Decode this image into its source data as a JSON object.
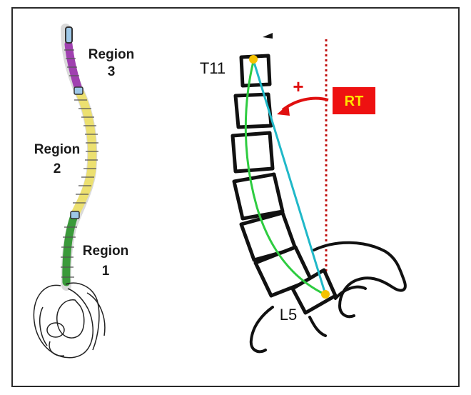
{
  "left_panel": {
    "region3_line1": "Region",
    "region3_line2": "3",
    "region2_line1": "Region",
    "region2_line2": "2",
    "region1_line1": "Region",
    "region1_line2": "1"
  },
  "right_panel": {
    "top_vertebra_label": "T11",
    "bottom_vertebra_label": "L5",
    "sign_label": "+",
    "direction_badge": "RT"
  },
  "colors": {
    "region1": "#3a9a3a",
    "region2": "#ece070",
    "region3": "#a040b0",
    "curve_green": "#2ecc40",
    "line_cyan": "#20b8c8",
    "plumb_red": "#c01010",
    "arrow_red": "#e01010",
    "badge_red": "#ee1111",
    "badge_text": "#ffe600",
    "endpoint_orange": "#f5c200"
  }
}
